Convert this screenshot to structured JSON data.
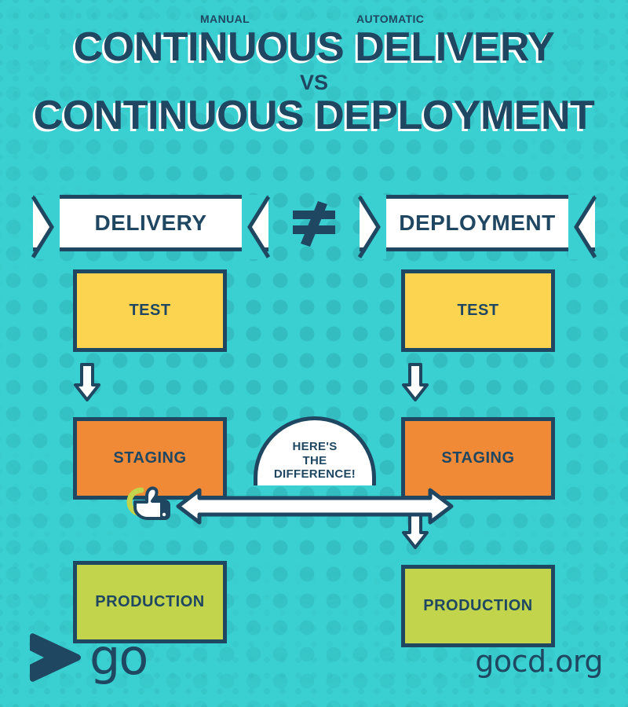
{
  "title": {
    "line1": "CONTINUOUS DELIVERY",
    "line2": "VS",
    "line3": "CONTINUOUS DEPLOYMENT"
  },
  "comparison": {
    "left_banner": "DELIVERY",
    "right_banner": "DEPLOYMENT",
    "operator": "not-equals-icon"
  },
  "pipelines": {
    "left": {
      "name": "DELIVERY",
      "stages": [
        {
          "label": "TEST",
          "color": "#FCD450"
        },
        {
          "label": "STAGING",
          "color": "#F08A37"
        },
        {
          "label": "PRODUCTION",
          "color": "#C2D44B"
        }
      ],
      "arrow_after_test": true,
      "arrow_after_staging": false
    },
    "right": {
      "name": "DEPLOYMENT",
      "stages": [
        {
          "label": "TEST",
          "color": "#FCD450"
        },
        {
          "label": "STAGING",
          "color": "#F08A37"
        },
        {
          "label": "PRODUCTION",
          "color": "#C2D44B"
        }
      ],
      "arrow_after_test": true,
      "arrow_after_staging": true
    }
  },
  "callout": {
    "line1": "HERE'S",
    "line2": "THE",
    "line3": "DIFFERENCE!"
  },
  "transition_arrow": {
    "left_label": "MANUAL",
    "right_label": "AUTOMATIC",
    "hand_icon": "pointing-hand-icon"
  },
  "footer": {
    "logo_text": "go",
    "logo_mark": "gocd-play-icon",
    "site": "gocd.org"
  },
  "colors": {
    "background": "#3ACFD0",
    "navy": "#1F4762",
    "white": "#FFFFFF",
    "yellow": "#FCD450",
    "orange": "#F08A37",
    "lime": "#C2D44B",
    "hand_accent": "#C2D44B"
  }
}
